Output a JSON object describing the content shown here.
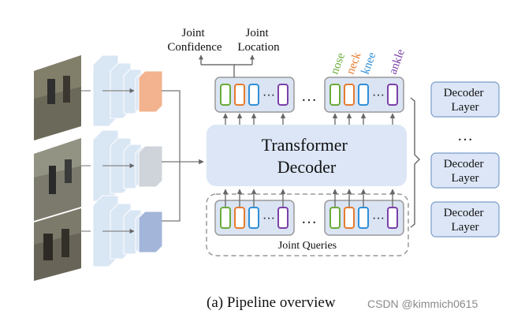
{
  "outputs": {
    "joint_confidence": [
      "Joint",
      "Confidence"
    ],
    "joint_location": [
      "Joint",
      "Location"
    ]
  },
  "joint_names": [
    {
      "label": "nose",
      "color": "#6aab3a"
    },
    {
      "label": "neck",
      "color": "#e67b2e"
    },
    {
      "label": "knee",
      "color": "#2f8fd6"
    },
    {
      "label": "ankle",
      "color": "#7b3fa8"
    }
  ],
  "transformer": {
    "line1": "Transformer",
    "line2": "Decoder"
  },
  "decoder_layers": {
    "top": [
      "Decoder",
      "Layer"
    ],
    "middle": "…",
    "mid": [
      "Decoder",
      "Layer"
    ],
    "bottom": [
      "Decoder",
      "Layer"
    ]
  },
  "ellipsis": "…",
  "inner_ellipsis": "···",
  "queries_label": "Joint Queries",
  "caption": "(a) Pipeline overview",
  "watermark": "CSDN @kimmich0615",
  "colors": {
    "green": "#6aab3a",
    "orange": "#e67b2e",
    "blue": "#2f8fd6",
    "purple": "#7b3fa8",
    "panel": "#dbe4f3",
    "transformer": "#dce6f6",
    "backbone_light": "#d9e6f4",
    "accent_orange": "#f2b38e",
    "accent_gray": "#cfd4da",
    "accent_blue": "#a3b5d9"
  }
}
